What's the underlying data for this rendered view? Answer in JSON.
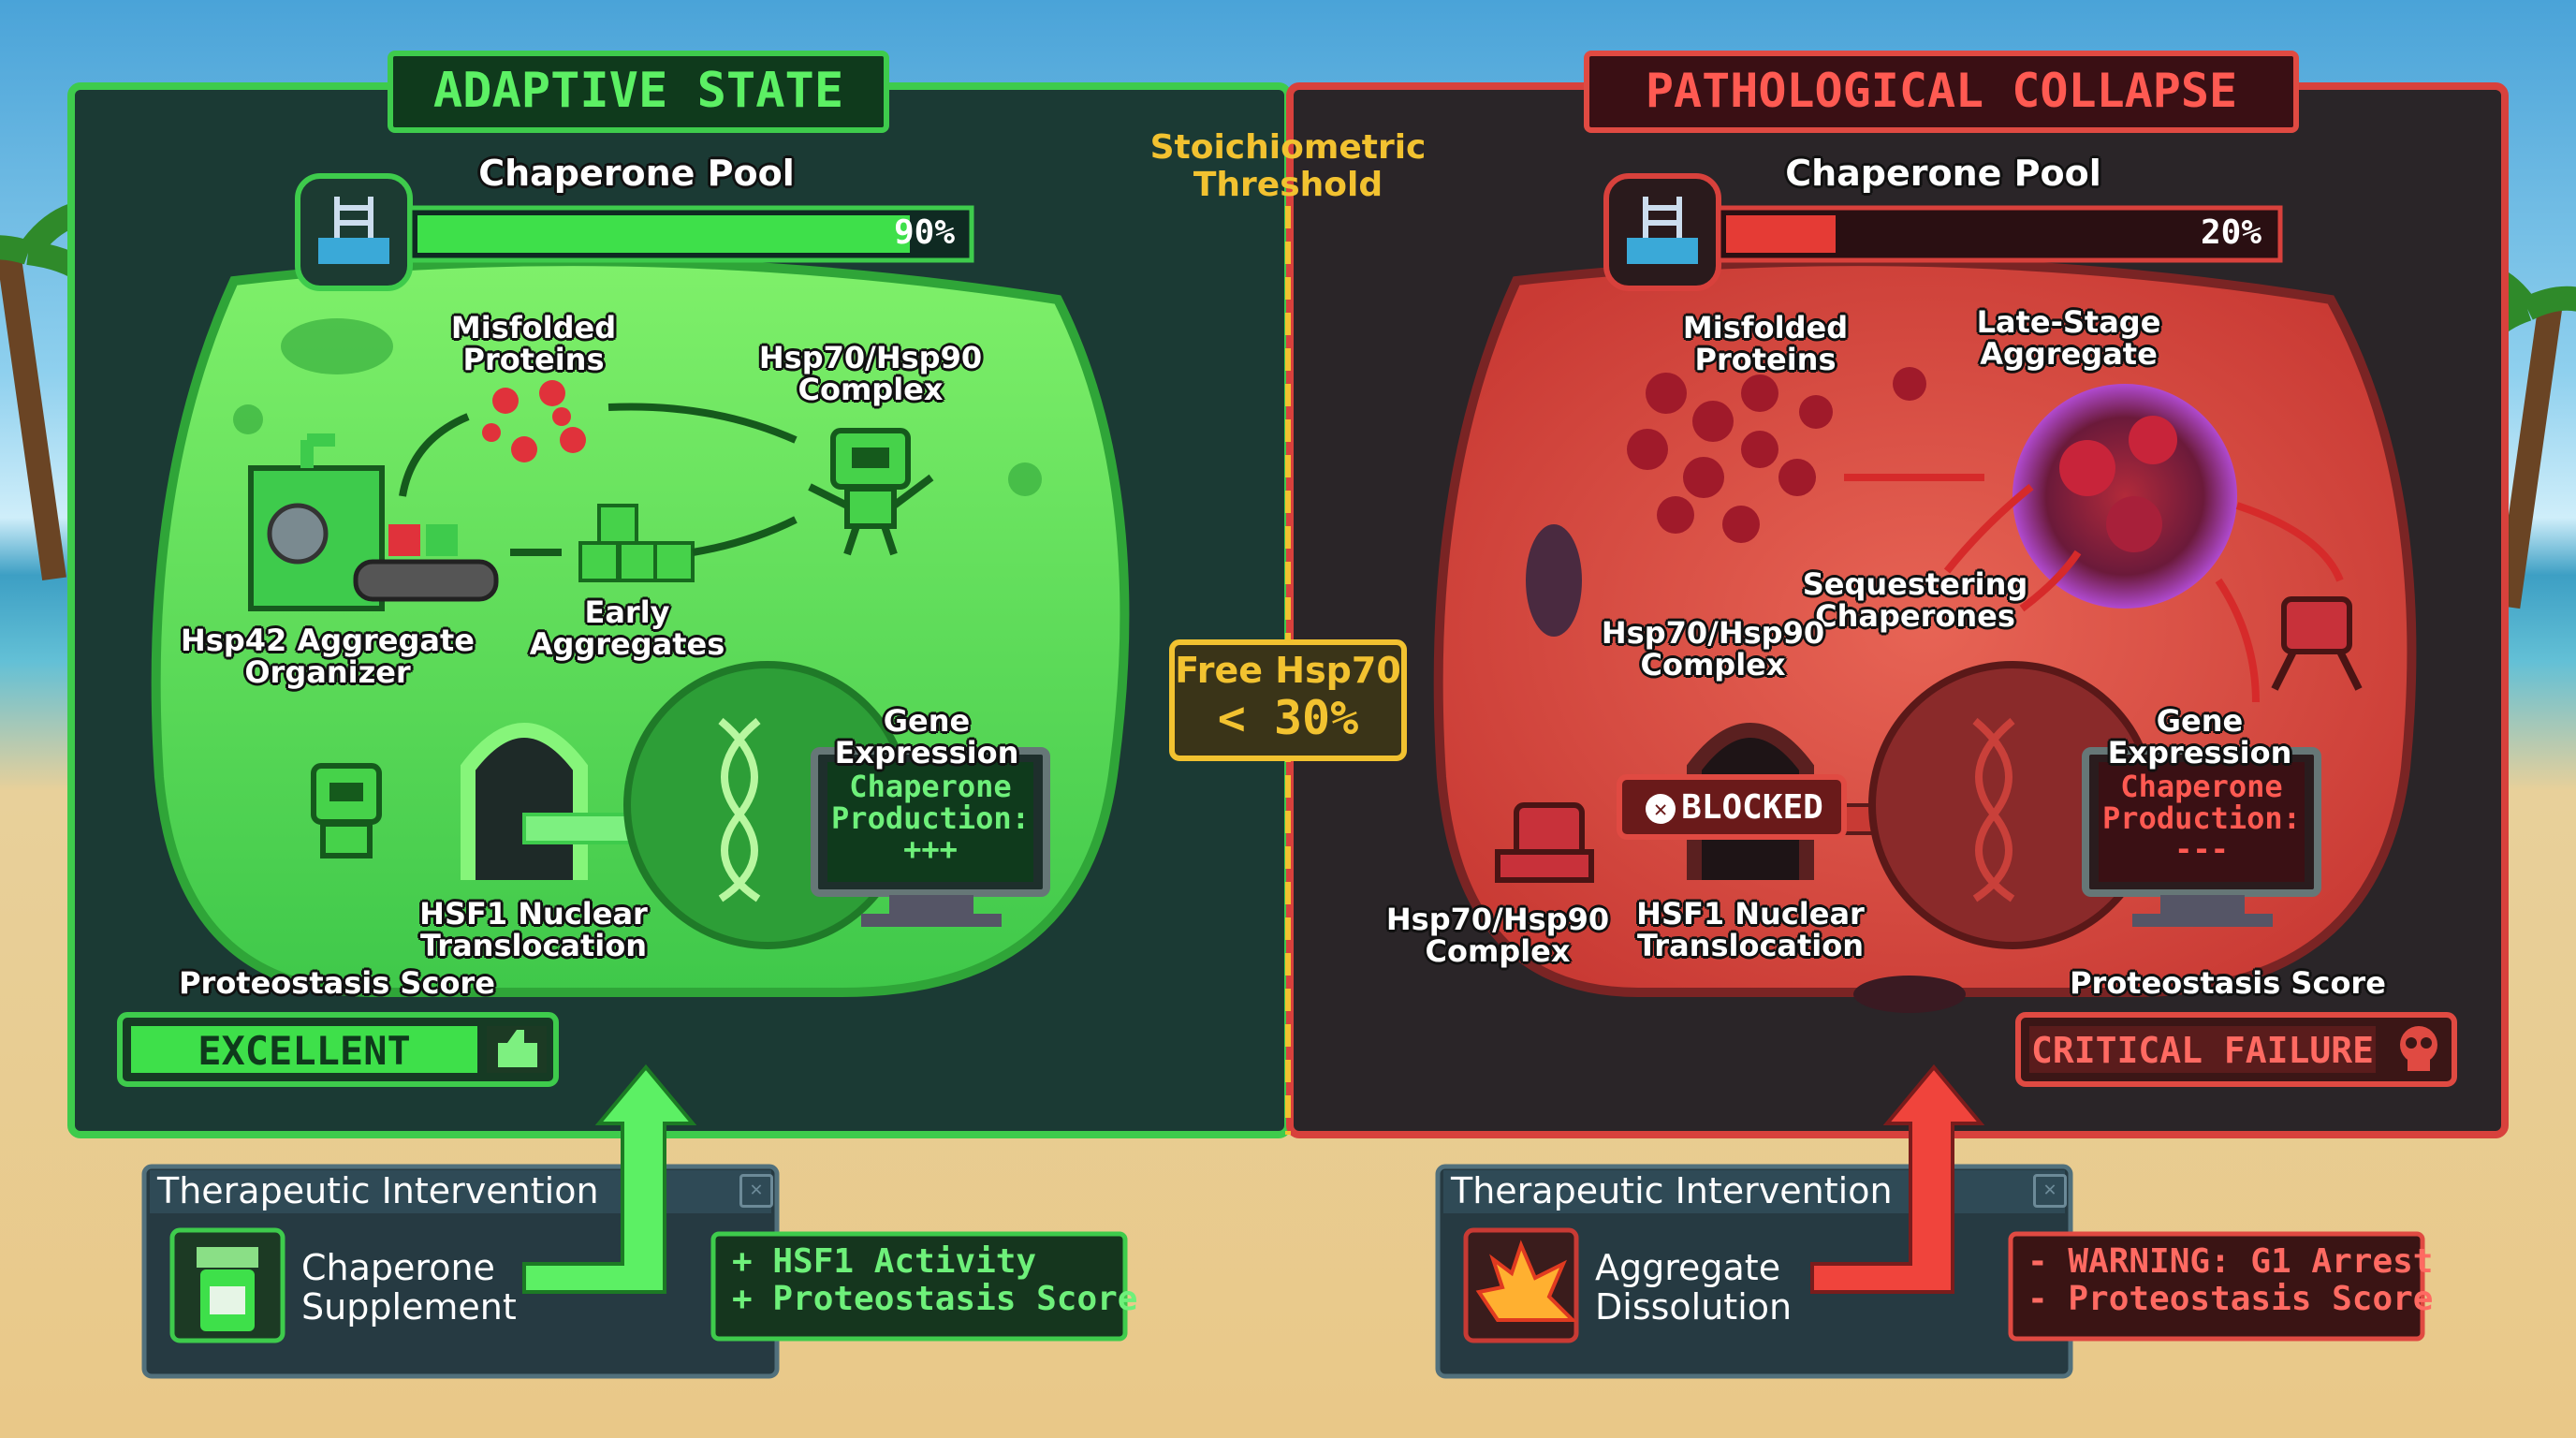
{
  "left": {
    "title": "ADAPTIVE STATE",
    "pool_label": "Chaperone Pool",
    "pool_value": "90%",
    "pool_fraction": 0.9,
    "misfolded_label": "Misfolded\nProteins",
    "complex_label": "Hsp70/Hsp90\nComplex",
    "organizer_label": "Hsp42 Aggregate\nOrganizer",
    "early_label": "Early\nAggregates",
    "gene_label": "Gene Expression",
    "monitor_text": "Chaperone\nProduction:\n+++",
    "hsf1_label": "HSF1 Nuclear\nTranslocation",
    "score_label": "Proteostasis Score",
    "score_value": "EXCELLENT",
    "score_icon": "thumbs-up-icon",
    "intervention_title": "Therapeutic Intervention",
    "intervention_name": "Chaperone\nSupplement",
    "intervention_icon": "pill-bottle-icon",
    "effect_text": "+ HSF1 Activity\n+ Proteostasis Score",
    "accent": "#3ee04a"
  },
  "center": {
    "threshold_label": "Stoichiometric\nThreshold",
    "free_label": "Free Hsp70",
    "free_value": "< 30%",
    "accent": "#f2c230"
  },
  "right": {
    "title": "PATHOLOGICAL COLLAPSE",
    "pool_label": "Chaperone Pool",
    "pool_value": "20%",
    "pool_fraction": 0.2,
    "misfolded_label": "Misfolded\nProteins",
    "late_label": "Late-Stage\nAggregate",
    "sequester_label": "Sequestering\nChaperones",
    "complex_top_label": "Hsp70/Hsp90\nComplex",
    "gene_label": "Gene Expression",
    "monitor_text": "Chaperone\nProduction:\n---",
    "blocked_label": "BLOCKED",
    "complex_bottom_label": "Hsp70/Hsp90\nComplex",
    "hsf1_label": "HSF1 Nuclear\nTranslocation",
    "score_label": "Proteostasis Score",
    "score_value": "CRITICAL FAILURE",
    "score_icon": "skull-icon",
    "intervention_title": "Therapeutic Intervention",
    "intervention_name": "Aggregate\nDissolution",
    "intervention_icon": "explosion-icon",
    "effect_text": "- WARNING: G1 Arrest\n- Proteostasis Score",
    "accent": "#e53b35"
  }
}
